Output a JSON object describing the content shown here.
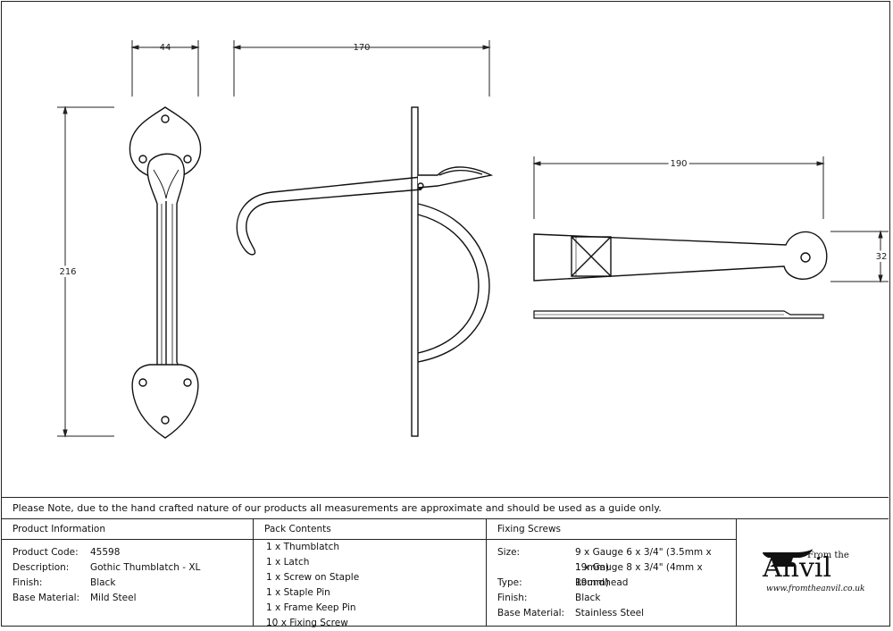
{
  "dimensions": {
    "d44": "44",
    "d170": "170",
    "d216": "216",
    "d190": "190",
    "d32": "32"
  },
  "note": "Please Note, due to the hand crafted nature of our products all measurements are approximate and should be used as a guide only.",
  "product_information": {
    "heading": "Product Information",
    "rows": [
      {
        "label": "Product Code:",
        "value": "45598"
      },
      {
        "label": "Description:",
        "value": "Gothic Thumblatch - XL"
      },
      {
        "label": "Finish:",
        "value": "Black"
      },
      {
        "label": "Base Material:",
        "value": "Mild Steel"
      }
    ]
  },
  "pack_contents": {
    "heading": "Pack Contents",
    "items": [
      "1 x Thumblatch",
      "1 x Latch",
      "1 x Screw on Staple",
      "1 x Staple Pin",
      "1 x Frame Keep Pin",
      "10 x Fixing Screw"
    ]
  },
  "fixing_screws": {
    "heading": "Fixing Screws",
    "rows": [
      {
        "label": "Size:",
        "value": "9 x Gauge 6 x 3/4\" (3.5mm x 19mm)"
      },
      {
        "label": "",
        "value": "1 x Gauge 8 x 3/4\" (4mm x 19mm)"
      },
      {
        "label": "Type:",
        "value": "Roundhead"
      },
      {
        "label": "Finish:",
        "value": "Black"
      },
      {
        "label": "Base Material:",
        "value": "Stainless Steel"
      }
    ]
  },
  "logo": {
    "small": "From the",
    "main": "Anvil",
    "url": "www.fromtheanvil.co.uk"
  }
}
